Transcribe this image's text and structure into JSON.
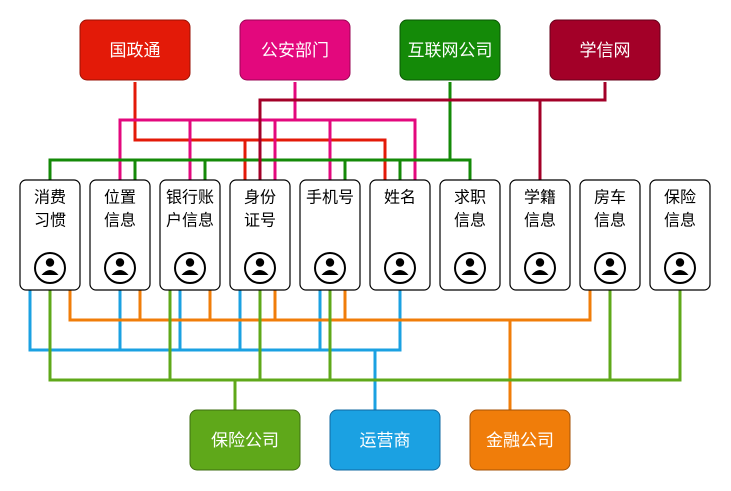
{
  "sources": [
    {
      "label": "国政通",
      "color": "#e31a08"
    },
    {
      "label": "公安部门",
      "color": "#e3087d"
    },
    {
      "label": "互联网公司",
      "color": "#148a08"
    },
    {
      "label": "学信网",
      "color": "#a30028"
    }
  ],
  "data_items": [
    {
      "line1": "消费",
      "line2": "习惯"
    },
    {
      "line1": "位置",
      "line2": "信息"
    },
    {
      "line1": "银行账",
      "line2": "户信息"
    },
    {
      "line1": "身份",
      "line2": "证号"
    },
    {
      "line1": "手机号",
      "line2": ""
    },
    {
      "line1": "姓名",
      "line2": ""
    },
    {
      "line1": "求职",
      "line2": "信息"
    },
    {
      "line1": "学籍",
      "line2": "信息"
    },
    {
      "line1": "房车",
      "line2": "信息"
    },
    {
      "line1": "保险",
      "line2": "信息"
    }
  ],
  "consumers": [
    {
      "label": "保险公司",
      "color": "#5fa81a"
    },
    {
      "label": "运营商",
      "color": "#1ba1e2"
    },
    {
      "label": "金融公司",
      "color": "#f07d0a"
    }
  ],
  "icons": {
    "person": "person-icon"
  }
}
